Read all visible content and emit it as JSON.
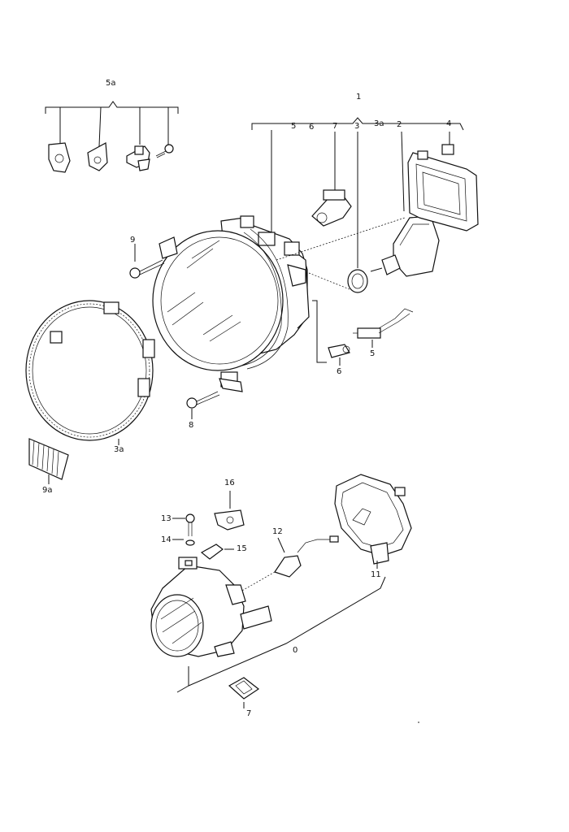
{
  "labels": {
    "l_5a": "5a",
    "l_1": "1",
    "l_5": "5",
    "l_6": "6",
    "l_7": "7",
    "l_3": "3",
    "l_3a_top": "3a",
    "l_2": "2",
    "l_4": "4",
    "l_9": "9",
    "l_5_conn": "5",
    "l_6_bulb": "6",
    "l_8": "8",
    "l_3a_ring": "3a",
    "l_9a": "9a",
    "l_16": "16",
    "l_13": "13",
    "l_14": "14",
    "l_15": "15",
    "l_12": "12",
    "l_11": "11",
    "l_0": "0",
    "l_7_clip": "7"
  },
  "icons": {
    "headlamp": "headlamp-assembly-icon",
    "trim_ring": "trim-ring-icon",
    "fog_lamp": "fog-lamp-icon"
  }
}
